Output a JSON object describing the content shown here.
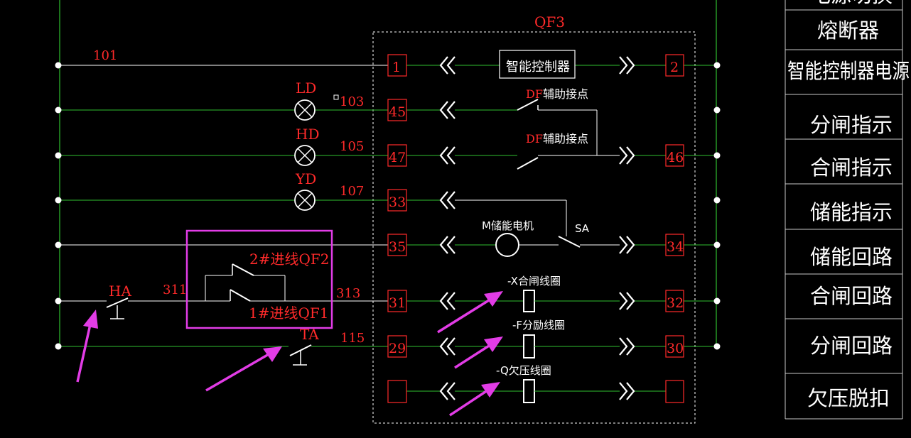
{
  "diagram": {
    "breaker_label": "QF3",
    "wire_101": "101",
    "wire_103": "103",
    "wire_105": "105",
    "wire_107": "107",
    "wire_311": "311",
    "wire_313": "313",
    "wire_115": "115",
    "lamp_ld": "LD",
    "lamp_hd": "HD",
    "lamp_yd": "YD",
    "button_ha": "HA",
    "button_ta": "TA",
    "qf2_label": "2#进线QF2",
    "qf1_label": "1#进线QF1",
    "smart_controller": "智能控制器",
    "df_prefix": "DF",
    "aux_contact": "辅助接点",
    "motor_label": "M储能电机",
    "sa_label": "SA",
    "close_coil": "-X合闸线圈",
    "shunt_coil": "-F分励线圈",
    "undervoltage_coil": "-Q欠压线圈",
    "terminals": {
      "t1": "1",
      "t2": "2",
      "t45": "45",
      "t46": "46",
      "t47": "47",
      "t33": "33",
      "t35": "35",
      "t34": "34",
      "t31": "31",
      "t32": "32",
      "t29": "29",
      "t30": "30"
    }
  },
  "legend": {
    "top_partial": "电源切换",
    "rows": [
      "熔断器",
      "智能控制器电源",
      "分闸指示",
      "合闸指示",
      "储能指示",
      "储能回路",
      "合闸回路",
      "分闸回路",
      "欠压脱扣"
    ]
  },
  "colors": {
    "wire_green": "#2fbf2f",
    "wire_white": "#ffffff",
    "text_red": "#ff2a2a",
    "highlight_magenta": "#e23ce6",
    "background": "#000000"
  }
}
